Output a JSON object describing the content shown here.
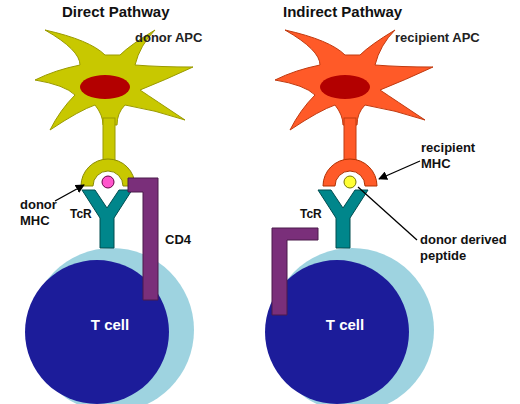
{
  "diagram": {
    "nodes": [
      {
        "text": [
          "donor APC"
        ]
      },
      {
        "text": [
          "T cell"
        ]
      },
      {
        "text": [
          "recipient APC"
        ]
      },
      {
        "text": [
          "T cell"
        ]
      }
    ],
    "labels": [
      "Direct Pathway",
      "Indirect Pathway",
      "donor MHC",
      "TcR",
      "CD4",
      "recipient MHC",
      "TcR",
      "donor derived peptide"
    ]
  }
}
